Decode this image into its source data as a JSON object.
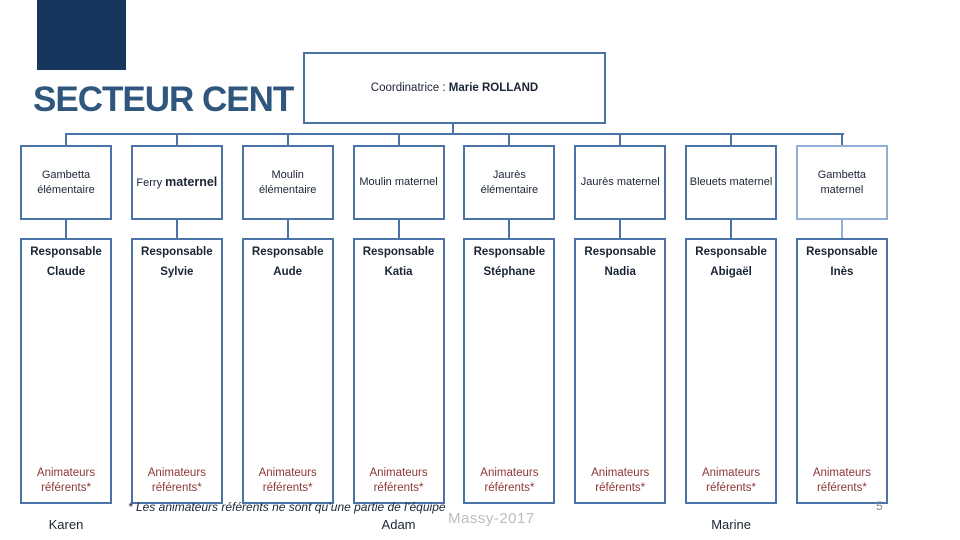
{
  "slide": {
    "title": "SECTEUR CENT",
    "footnote": "* Les animateurs référents ne sont qu’une partie de l’équipe",
    "watermark": "Massy-2017",
    "page_number": "5"
  },
  "coordinator": {
    "label_prefix": "Coordinatrice : ",
    "name": "Marie ROLLAND"
  },
  "columns": [
    {
      "school_lines": [
        "Gambetta",
        "élémentaire"
      ],
      "responsable_label": "Responsable",
      "responsable_name": "Claude",
      "animateurs_label": "Animateurs référents*",
      "bottom_name": "Karen"
    },
    {
      "school_plain": "Ferry",
      "school_bold": "maternel",
      "responsable_label": "Responsable",
      "responsable_name": "Sylvie",
      "animateurs_label": "Animateurs référents*"
    },
    {
      "school_lines": [
        "Moulin",
        "élémentaire"
      ],
      "responsable_label": "Responsable",
      "responsable_name": "Aude",
      "animateurs_label": "Animateurs référents*"
    },
    {
      "school_lines": [
        "Moulin maternel"
      ],
      "responsable_label": "Responsable",
      "responsable_name": "Katia",
      "animateurs_label": "Animateurs référents*",
      "bottom_name": "Adam"
    },
    {
      "school_lines": [
        "Jaurès",
        "élémentaire"
      ],
      "responsable_label": "Responsable",
      "responsable_name": "Stéphane",
      "animateurs_label": "Animateurs référents*"
    },
    {
      "school_lines": [
        "Jaurès maternel"
      ],
      "responsable_label": "Responsable",
      "responsable_name": "Nadia",
      "animateurs_label": "Animateurs référents*"
    },
    {
      "school_lines": [
        "Bleuets maternel"
      ],
      "responsable_label": "Responsable",
      "responsable_name": "Abigaël",
      "animateurs_label": "Animateurs référents*",
      "bottom_name": "Marine"
    },
    {
      "school_lines": [
        "Gambetta",
        "maternel"
      ],
      "responsable_label": "Responsable",
      "responsable_name": "Inès",
      "animateurs_label": "Animateurs référents*",
      "border_light": true
    }
  ],
  "colors": {
    "accent_border": "#4A74A8",
    "accent_border_light": "#8FAFD6",
    "square_navy": "#17365D",
    "title_blue": "#2F567D",
    "danger_red": "#8C3836",
    "text_dark": "#1B2436",
    "muted_gray": "#BDBDBD",
    "page_gray": "#8A8A94"
  }
}
